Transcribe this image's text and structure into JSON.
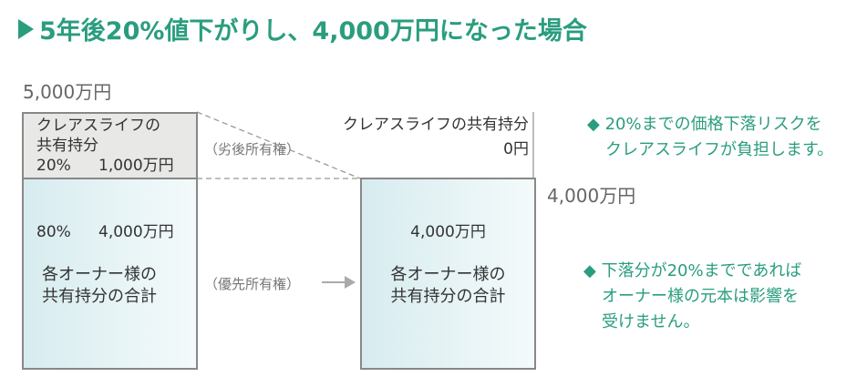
{
  "title": "5年後20%値下がりし、4,000万円になった場合",
  "axis": {
    "top": "5,000万円",
    "right": "4,000万円"
  },
  "left_column": {
    "clear_share": {
      "line1": "クレアスライフの",
      "line2": "共有持分",
      "percent": "20%",
      "amount": "1,000万円"
    },
    "owners": {
      "percent": "80%",
      "amount": "4,000万円",
      "line1": "各オーナー様の",
      "line2": "共有持分の合計"
    }
  },
  "middle": {
    "subordinate": "（劣後所有権）",
    "priority": "（優先所有権）"
  },
  "right_column": {
    "clear_share": {
      "line1": "クレアスライフの共有持分",
      "line2": "0円"
    },
    "owners": {
      "amount": "4,000万円",
      "line1": "各オーナー様の",
      "line2": "共有持分の合計"
    }
  },
  "notes": [
    {
      "line1": "◆ 20%までの価格下落リスクを",
      "line2": "クレアスライフが負担します。"
    },
    {
      "line1": "◆ 下落分が20%までであれば",
      "line2": "オーナー様の元本は影響を",
      "line3": "受けません。"
    }
  ],
  "colors": {
    "accent": "#2a9d7f",
    "box_border": "#888888",
    "gray_fill": "#e8e8e6",
    "blue_fill": "#d7ecef"
  }
}
